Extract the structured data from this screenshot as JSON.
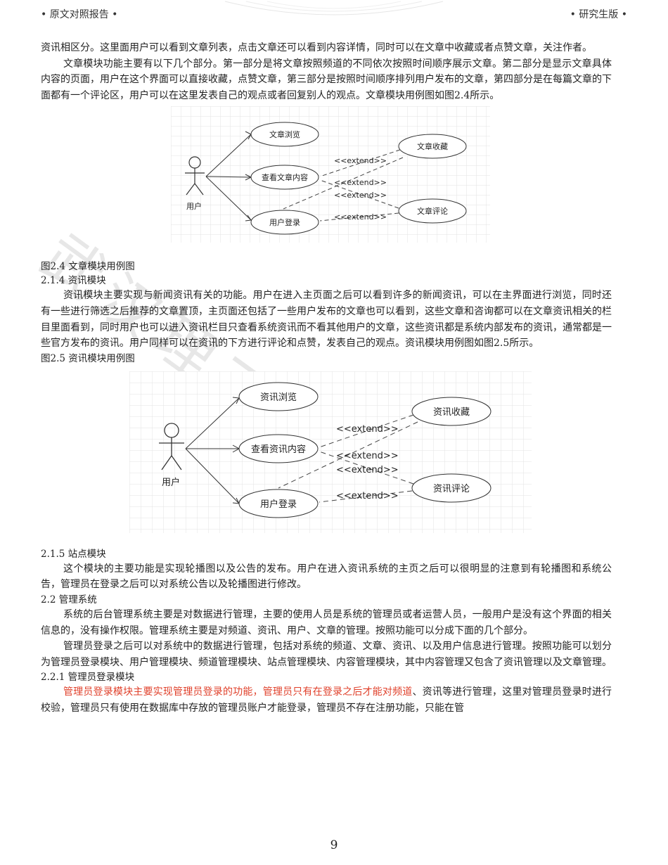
{
  "header": {
    "left": "• 原文对照报告 •",
    "right": "• 研究生版 •"
  },
  "watermark": "武汉理工大学",
  "paragraphs": {
    "p1": "资讯相区分。这里面用户可以看到文章列表，点击文章还可以看到内容详情，同时可以在文章中收藏或者点赞文章，关注作者。",
    "p2": "文章模块功能主要有以下几个部分。第一部分是将文章按照频道的不同依次按照时间顺序展示文章。第二部分是显示文章具体内容的页面，用户在这个界面可以直接收藏，点赞文章，第三部分是按照时间顺序排列用户发布的文章，第四部分是在每篇文章的下面都有一个评论区，用户可以在这里发表自己的观点或者回复别人的观点。文章模块用例图如图2.4所示。",
    "fig24_caption": "图2.4 文章模块用例图",
    "h214": "2.1.4 资讯模块",
    "p3": "资讯模块主要实现与新闻资讯有关的功能。用户在进入主页面之后可以看到许多的新闻资讯，可以在主界面进行浏览，同时还有一些进行筛选之后推荐的文章置顶，主页面还包括了一些用户发布的文章也可以看到，这些文章和咨询都可以在文章资讯相关的栏目里面看到，同时用户也可以进入资讯栏目只查看系统资讯而不看其他用户的文章，这些资讯都是系统内部发布的资讯，通常都是一些官方发布的资讯。用户同样可以在资讯的下方进行评论和点赞，发表自己的观点。资讯模块用例图如图2.5所示。",
    "fig25_caption": "图2.5 资讯模块用例图",
    "h215": "2.1.5 站点模块",
    "p4": "这个模块的主要功能是实现轮播图以及公告的发布。用户在进入资讯系统的主页之后可以很明显的注意到有轮播图和系统公告，管理员在登录之后可以对系统公告以及轮播图进行修改。",
    "h22": "2.2 管理系统",
    "p5": "系统的后台管理系统主要是对数据进行管理，主要的使用人员是系统的管理员或者运营人员，一般用户是没有这个界面的相关信息的，没有操作权限。管理系统主要是对频道、资讯、用户、文章的管理。按照功能可以分成下面的几个部分。",
    "p6": "管理员登录之后可以对系统中的数据进行管理，包括对系统的频道、文章、资讯、以及用户信息进行管理。按照功能可以划分为管理员登录模块、用户管理模块、频道管理模块、站点管理模块、内容管理模块，其中内容管理又包含了资讯管理以及文章管理。",
    "h221": "2.2.1 管理员登录模块",
    "p7_highlight": "管理员登录模块主要实现管理员登录的功能，管理员只有在登录之后才能对频道",
    "p7_rest": "、资讯等进行管理，这里对管理员登录时进行校验，管理员只有使用在数据库中存放的管理员账户才能登录，管理员不存在注册功能，只能在管"
  },
  "fig24": {
    "actor": "用户",
    "usecases": [
      "文章浏览",
      "查看文章内容",
      "用户登录",
      "文章收藏",
      "文章评论"
    ],
    "extend": "<<extend>>"
  },
  "fig25": {
    "actor": "用户",
    "usecases": [
      "资讯浏览",
      "查看资讯内容",
      "用户登录",
      "资讯收藏",
      "资讯评论"
    ],
    "extend": "<<extend>>"
  },
  "page_number": "9"
}
